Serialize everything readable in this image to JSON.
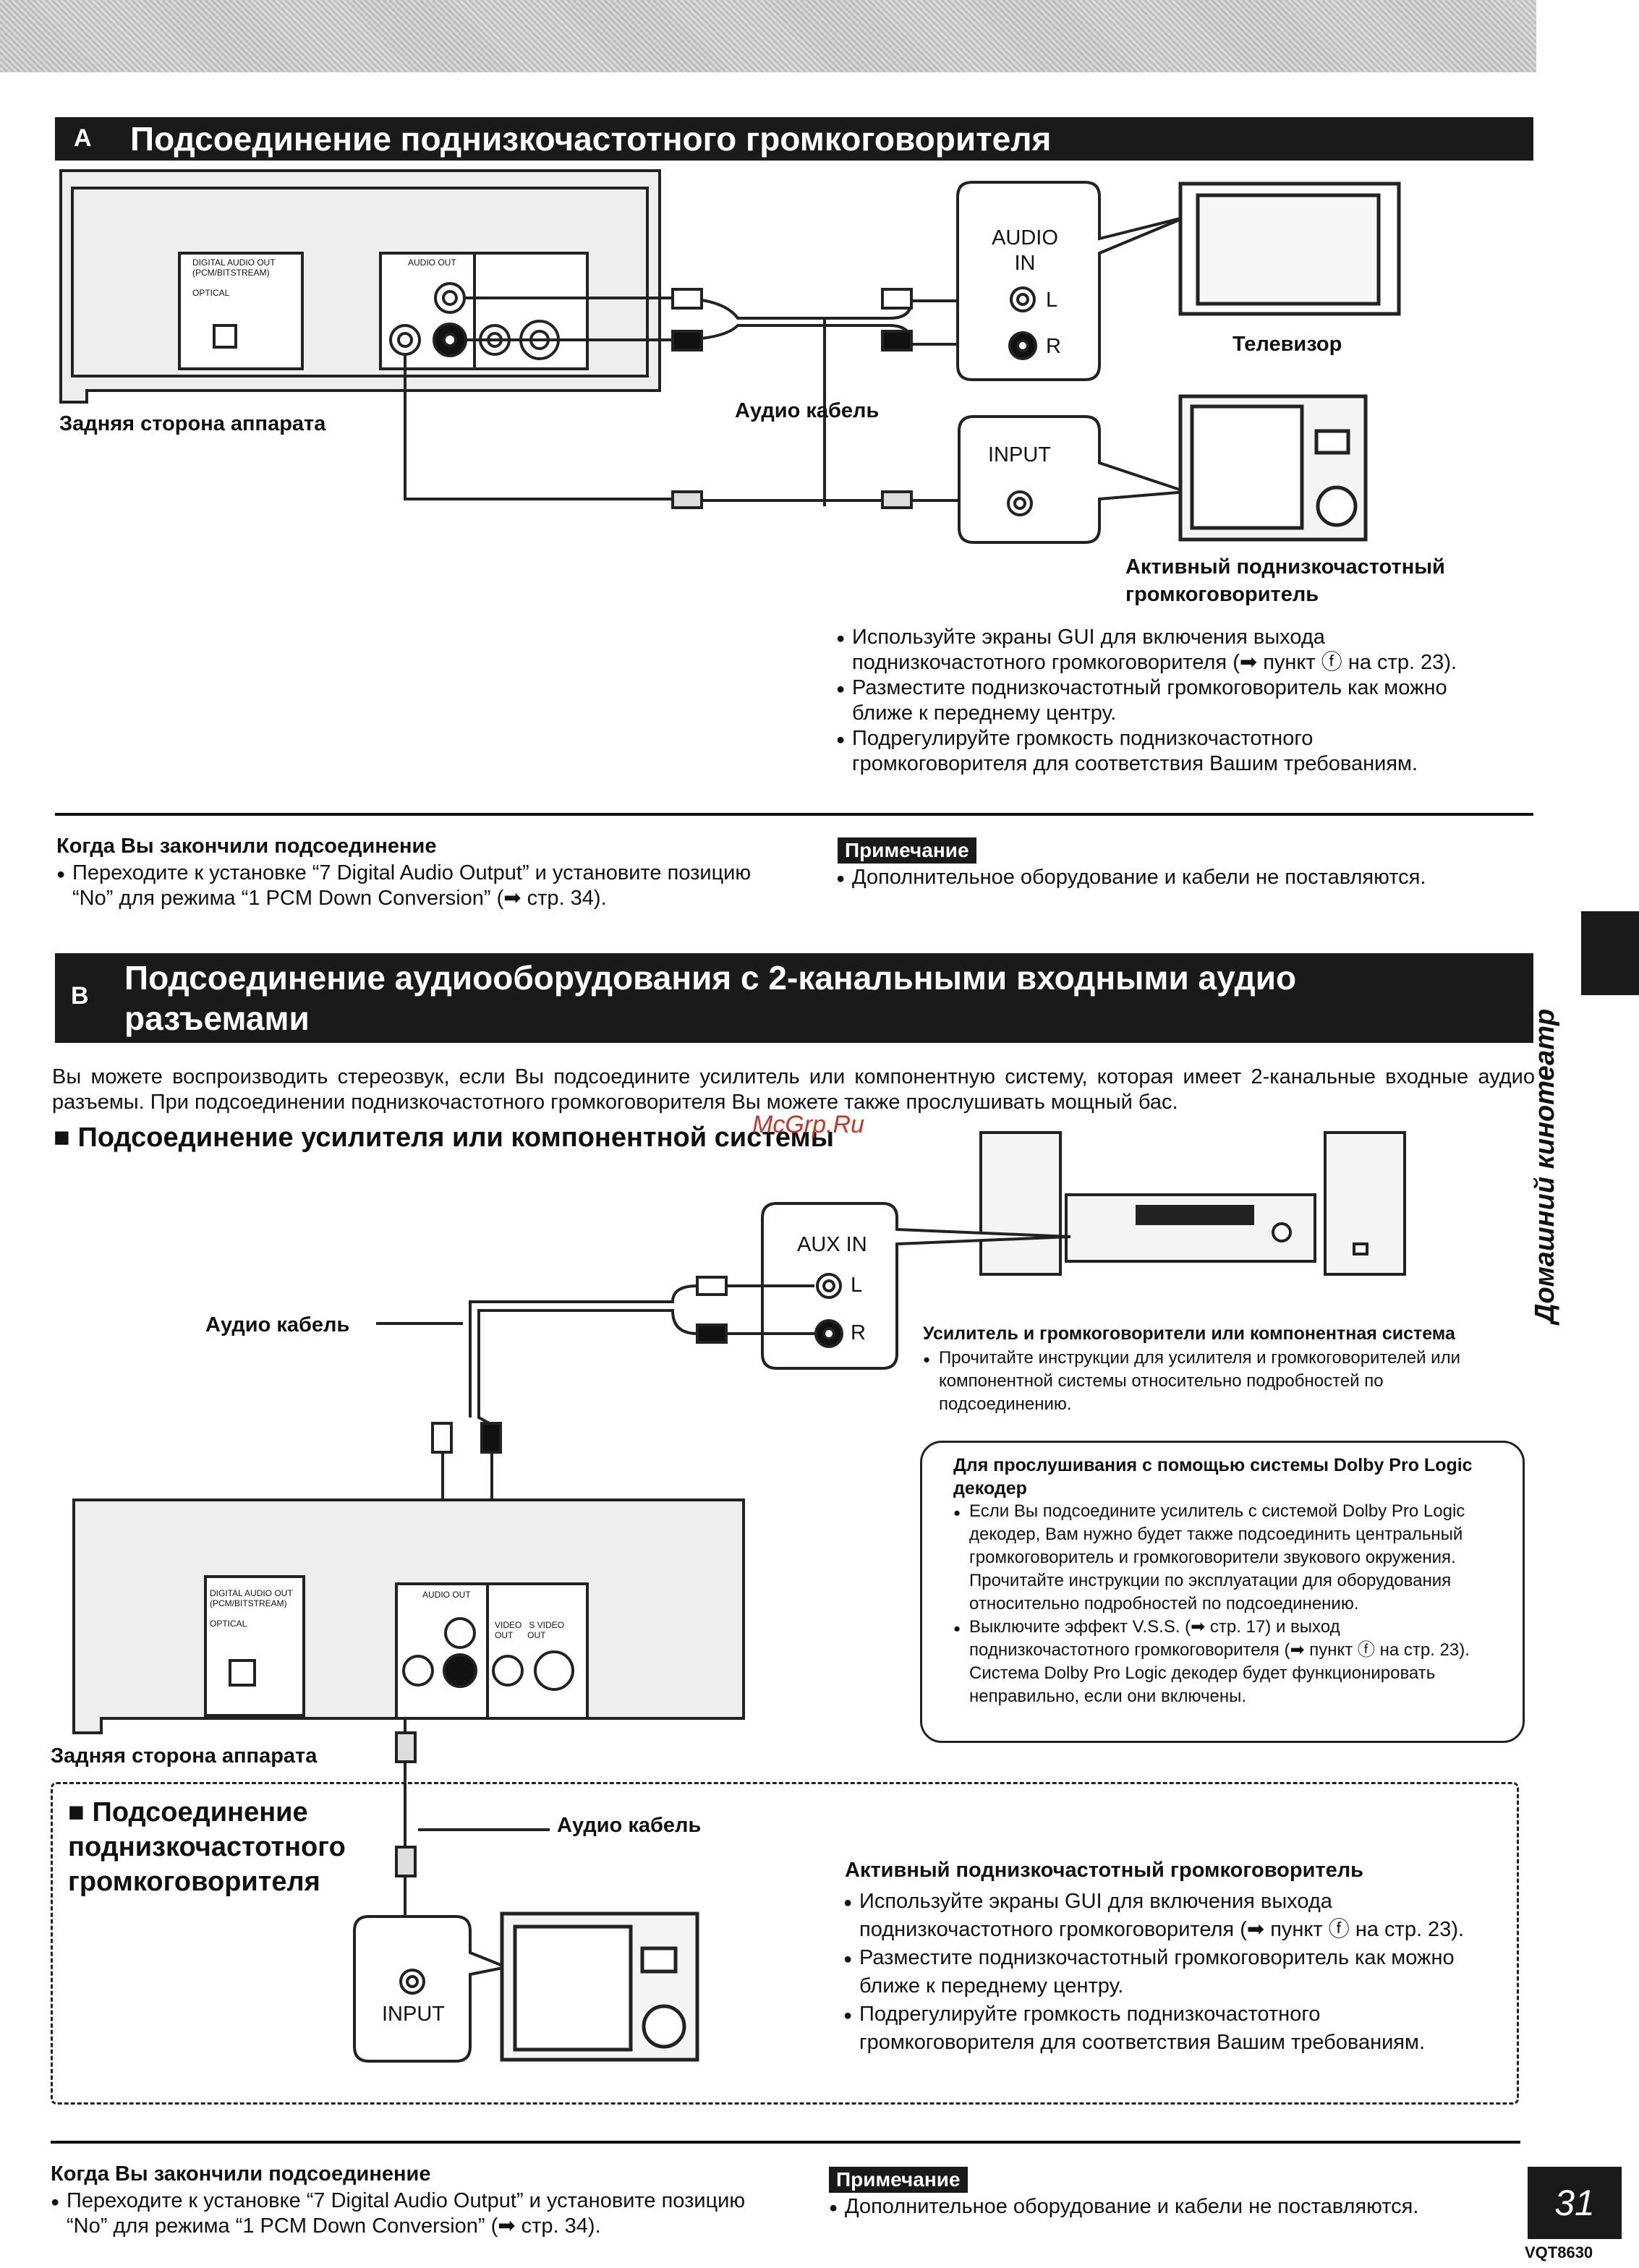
{
  "sectionA": {
    "letter": "A",
    "title": "Подсоединение поднизкочастотного громкоговорителя",
    "rear_label": "Задняя сторона аппарата",
    "cable_label": "Аудио кабель",
    "tv_label": "Телевизор",
    "audio_in": "AUDIO IN",
    "port_L": "L",
    "port_R": "R",
    "input_label": "INPUT",
    "sub_label_1": "Активный поднизкочастотный",
    "sub_label_2": "громкоговоритель",
    "bullets": [
      "Используйте экраны GUI для включения выхода поднизкочастотного громкоговорителя (➡ пункт ⓕ на стр. 23).",
      "Разместите поднизкочастотный громкоговоритель как можно ближе к переднему центру.",
      "Подрегулируйте громкость поднизкочастотного громкоговорителя для соответствия Вашим требованиям."
    ],
    "done_heading": "Когда Вы закончили подсоединение",
    "done_text": "Переходите к установке “7 Digital Audio Output” и установите позицию “No” для режима “1 PCM Down Conversion” (➡ стр. 34).",
    "note_label": "Примечание",
    "note_text": "Дополнительное оборудование и кабели не поставляются."
  },
  "sectionB": {
    "letter": "B",
    "title": "Подсоединение аудиооборудования с 2-канальными входными аудио разъемами",
    "intro": "Вы можете воспроизводить стереозвук, если Вы подсоедините усилитель или компонентную систему, которая имеет 2-канальные входные аудио разъемы. При подсоединении поднизкочастотного громкоговорителя Вы можете также прослушивать мощный бас.",
    "sub1": "■ Подсоединение усилителя или компонентной системы",
    "watermark": "McGrp.Ru",
    "aux_in": "AUX IN",
    "port_L": "L",
    "port_R": "R",
    "cable_label": "Аудио кабель",
    "amp_heading": "Усилитель и громкоговорители или компонентная система",
    "amp_text": "Прочитайте инструкции для усилителя и громкоговорителей или компонентной системы относительно подробностей по подсоединению.",
    "dpl_heading": "Для прослушивания с помощью системы Dolby Pro Logic декодер",
    "dpl_bullets": [
      "Если Вы подсоедините усилитель с системой Dolby Pro Logic декодер, Вам нужно будет также подсоединить центральный громкоговоритель и громкоговорители звукового окружения. Прочитайте инструкции по эксплуатации для оборудования относительно подробностей по подсоединению.",
      "Выключите эффект V.S.S. (➡ стр. 17) и выход поднизкочастотного громкоговорителя (➡ пункт ⓕ на стр. 23). Система Dolby Pro Logic декодер будет функционировать неправильно, если они включены."
    ],
    "rear_label": "Задняя сторона аппарата",
    "sub2": "■ Подсоединение поднизкочастотного громкоговорителя",
    "cable_label_2": "Аудио кабель",
    "input_label": "INPUT",
    "sub_heading": "Активный поднизкочастотный громкоговоритель",
    "sub_bullets": [
      "Используйте экраны GUI для включения выхода поднизкочастотного громкоговорителя (➡ пункт ⓕ на стр. 23).",
      "Разместите поднизкочастотный громкоговоритель как можно ближе к переднему центру.",
      "Подрегулируйте громкость поднизкочастотного громкоговорителя для соответствия Вашим требованиям."
    ],
    "done_heading": "Когда Вы закончили подсоединение",
    "done_text": "Переходите к установке “7 Digital Audio Output” и установите позицию “No” для режима “1 PCM Down Conversion” (➡ стр. 34).",
    "note_label": "Примечание",
    "note_text": "Дополнительное оборудование и кабели не поставляются."
  },
  "side_tab": "Домашний кинотеатр",
  "page_number": "31",
  "doc_code": "VQT8630"
}
